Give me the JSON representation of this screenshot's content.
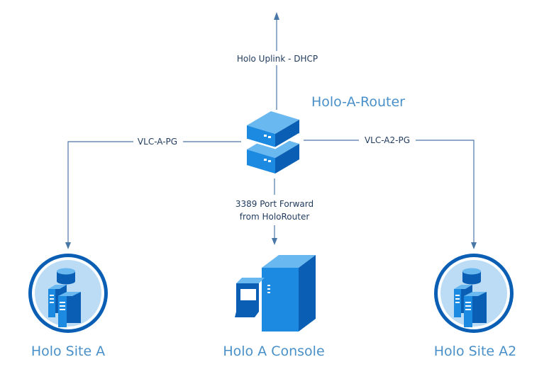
{
  "nodes": {
    "router": {
      "label": "Holo-A-Router",
      "icon": "router-icon"
    },
    "site_a": {
      "label": "Holo Site A",
      "icon": "server-cluster-icon"
    },
    "console": {
      "label": "Holo A Console",
      "icon": "console-server-icon"
    },
    "site_a2": {
      "label": "Holo Site A2",
      "icon": "server-cluster-icon"
    }
  },
  "edges": {
    "uplink": {
      "label": "Holo Uplink - DHCP"
    },
    "vlc_a": {
      "label": "VLC-A-PG"
    },
    "vlc_a2": {
      "label": "VLC-A2-PG"
    },
    "port_forward": {
      "line1": "3389 Port Forward",
      "line2": "from HoloRouter"
    }
  },
  "colors": {
    "line": "#4a78a6",
    "icon_dark": "#0a5fb4",
    "icon_mid": "#1b8ae0",
    "icon_light": "#69b8f0",
    "circle_fill": "#bcdcf5",
    "label": "#4a90c8"
  }
}
